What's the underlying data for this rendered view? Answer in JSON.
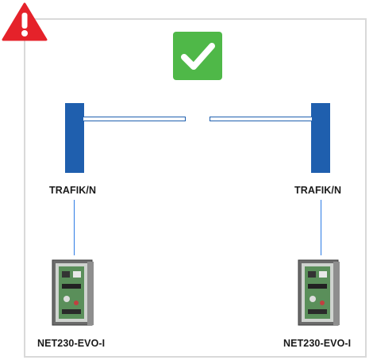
{
  "barriers": [
    {
      "label": "TRAFIK/N"
    },
    {
      "label": "TRAFIK/N"
    }
  ],
  "controllers": [
    {
      "label": "NET230-EVO-I"
    },
    {
      "label": "NET230-EVO-I"
    }
  ],
  "icons": {
    "warning": "warning-icon",
    "status": "checkmark-icon",
    "controller": "control-board-image"
  },
  "colors": {
    "barrier_blue": "#1f5fae",
    "wire_blue": "#2c7be5",
    "check_green": "#4fb848",
    "warning_red": "#e5222a"
  }
}
